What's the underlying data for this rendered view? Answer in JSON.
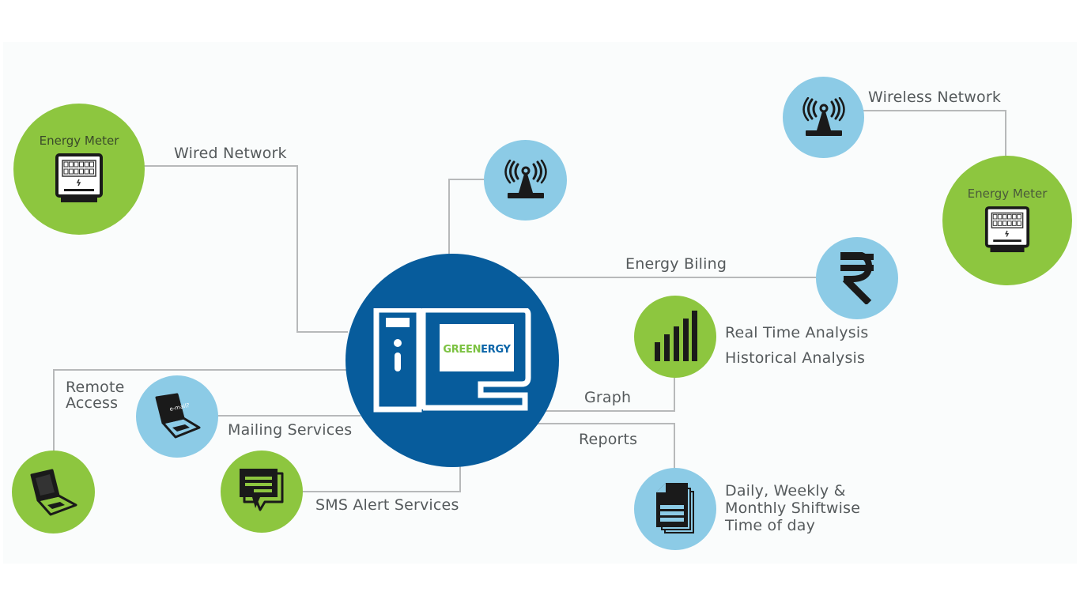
{
  "diagram": {
    "hub": {
      "icon": "desktop-computer-icon",
      "brand_prefix": "GREEN",
      "brand_suffix": "ERGY",
      "brand_full": "GREENERGY",
      "color": "#075c9c"
    },
    "colors": {
      "green_node": "#8dc63f",
      "blue_node": "#8ccbe6",
      "line": "#b7b9ba",
      "text": "#555a5c"
    },
    "nodes": {
      "meter_left": {
        "title": "Energy Meter",
        "icon": "energy-meter-icon"
      },
      "meter_right": {
        "title": "Energy Meter",
        "icon": "energy-meter-icon"
      },
      "tower_center": {
        "icon": "radio-tower-icon"
      },
      "tower_right": {
        "icon": "radio-tower-icon"
      },
      "billing": {
        "icon": "rupee-icon"
      },
      "analysis": {
        "icon": "bar-chart-icon"
      },
      "reports": {
        "icon": "documents-icon"
      },
      "mail": {
        "icon": "email-laptop-icon",
        "screen_text": "e-mail?"
      },
      "laptop": {
        "icon": "laptop-icon"
      },
      "sms": {
        "icon": "chat-bubble-icon"
      }
    },
    "labels": {
      "wired_network": "Wired Network",
      "wireless_network": "Wireless Network",
      "energy_billing": "Energy Biling",
      "real_time_analysis": "Real Time Analysis",
      "historical_analysis": "Historical Analysis",
      "graph": "Graph",
      "reports": "Reports",
      "reports_detail": "Daily, Weekly &\nMonthly Shiftwise\nTime of day",
      "remote_access": "Remote\nAccess",
      "mailing_services": "Mailing Services",
      "sms_alert_services": "SMS Alert Services"
    }
  }
}
